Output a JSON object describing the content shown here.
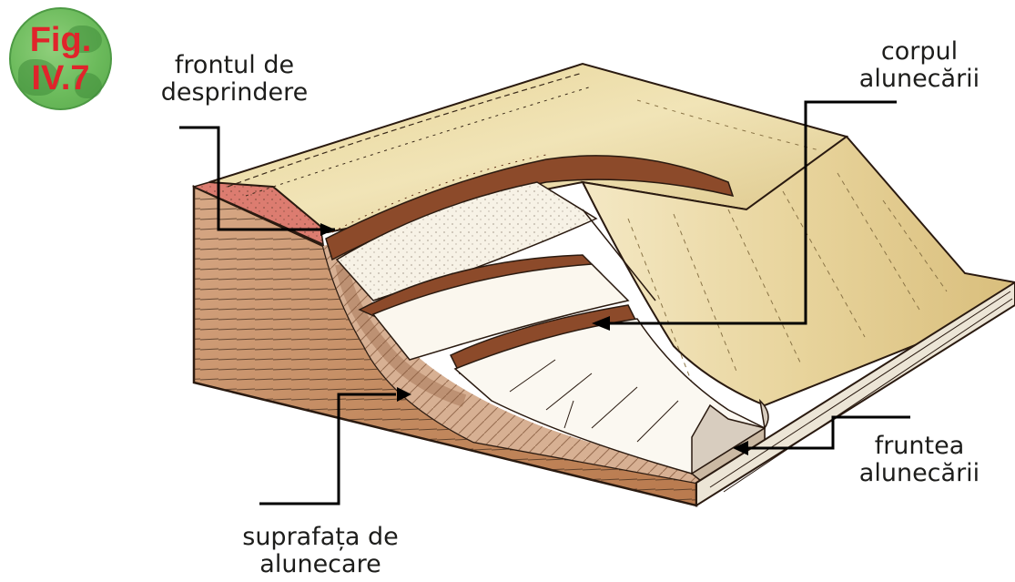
{
  "figure_badge": {
    "line1": "Fig.",
    "line2": "IV.7",
    "text_color": "#e0242b",
    "badge_color": "#6cbb5c"
  },
  "labels": {
    "frontul": {
      "line1": "frontul de",
      "line2": "desprindere"
    },
    "corpul": {
      "line1": "corpul",
      "line2": "alunecării"
    },
    "fruntea": {
      "line1": "fruntea",
      "line2": "alunecării"
    },
    "suprafata": {
      "line1": "suprafața de",
      "line2": "alunecare"
    }
  },
  "colors": {
    "plateau": "#e9d79a",
    "slope": "#ecdcab",
    "brown_layer": "#8c4a2a",
    "red_soil": "#d9746a",
    "block_side": "#c9946e",
    "leader_line": "#000000"
  }
}
